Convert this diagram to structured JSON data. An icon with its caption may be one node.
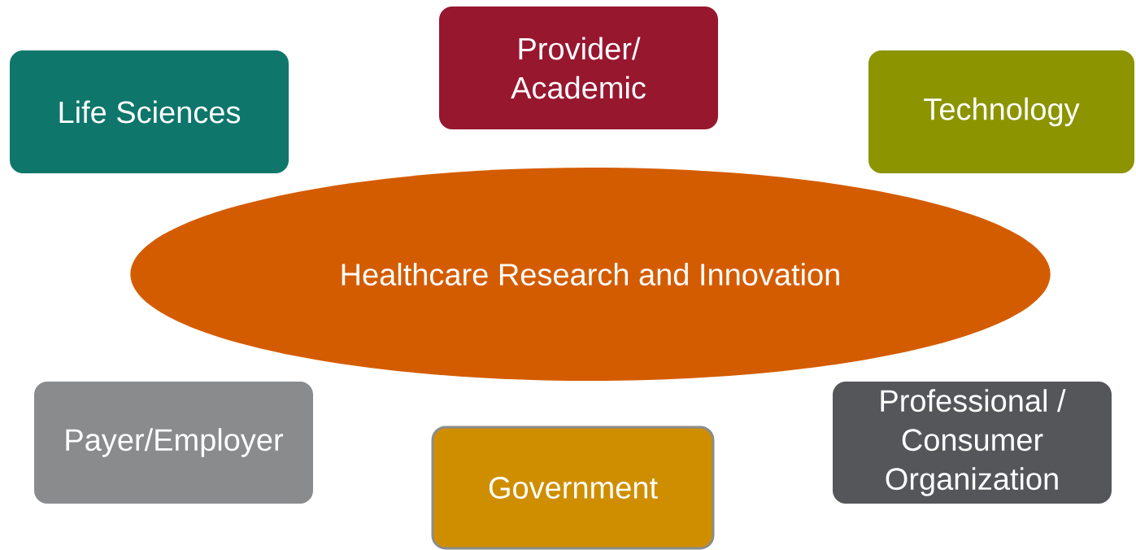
{
  "diagram": {
    "nodes": [
      {
        "text": [
          "Life Sciences"
        ]
      },
      {
        "text": [
          "Provider/ Academic"
        ]
      },
      {
        "text": [
          "Technology"
        ]
      },
      {
        "text": [
          "Healthcare Research and Innovation"
        ]
      },
      {
        "text": [
          "Payer/Employer"
        ]
      },
      {
        "text": [
          "Government"
        ]
      },
      {
        "text": [
          "Professional / Consumer Organization"
        ]
      }
    ]
  }
}
